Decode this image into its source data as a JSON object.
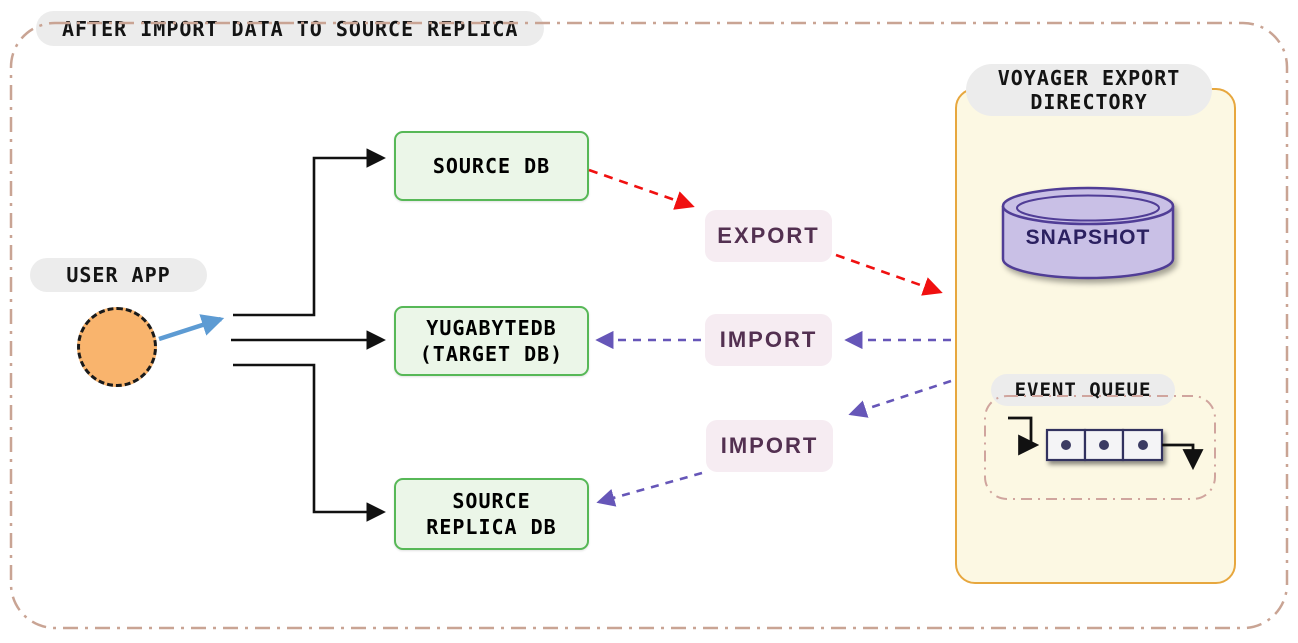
{
  "header": {
    "title": "AFTER IMPORT DATA TO SOURCE REPLICA"
  },
  "user_app": {
    "label": "USER APP"
  },
  "databases": [
    {
      "line1": "SOURCE DB",
      "line2": ""
    },
    {
      "line1": "YUGABYTEDB",
      "line2": "(TARGET DB)"
    },
    {
      "line1": "SOURCE",
      "line2": "REPLICA DB"
    }
  ],
  "tags": {
    "export": "EXPORT",
    "import_target": "IMPORT",
    "import_replica": "IMPORT"
  },
  "voyager_panel": {
    "title_line1": "VOYAGER EXPORT",
    "title_line2": "DIRECTORY",
    "snapshot_label": "SNAPSHOT",
    "event_queue_label": "EVENT QUEUE",
    "queue_cell_count": 3
  },
  "icons": {
    "user_app": "person-circle-icon",
    "snapshot": "database-cylinder-icon",
    "event_queue": "queue-cells-icon"
  },
  "colors": {
    "outer_border": "#c9a494",
    "pill_bg": "#ececec",
    "db_bg": "#ebf6e8",
    "db_border": "#57b857",
    "tag_bg": "#f6ecf2",
    "tag_text": "#533051",
    "panel_bg": "#fcf8e3",
    "panel_border": "#e7a73e",
    "snapshot_fill": "#c9c0e6",
    "snapshot_stroke": "#503d96",
    "snapshot_text": "#2b2060",
    "arrow_black": "#111111",
    "arrow_red": "#f01010",
    "arrow_purple": "#6656b8",
    "arrow_blue": "#5d9bd3",
    "user_circle_fill": "#f9b46d",
    "queue_cell_border": "#32325e",
    "queue_dashed_border": "#d0a59e"
  }
}
